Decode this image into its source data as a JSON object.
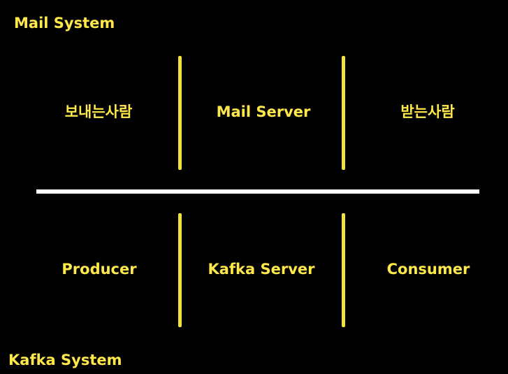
{
  "colors": {
    "background": "#000000",
    "text": "#ffe84a",
    "divider_vertical": "#f2e33c",
    "divider_horizontal": "#ffffff"
  },
  "mail_system": {
    "title": "Mail System",
    "sender": "보내는사람",
    "server": "Mail Server",
    "receiver": "받는사람"
  },
  "kafka_system": {
    "title": "Kafka System",
    "producer": "Producer",
    "server": "Kafka Server",
    "consumer": "Consumer"
  }
}
